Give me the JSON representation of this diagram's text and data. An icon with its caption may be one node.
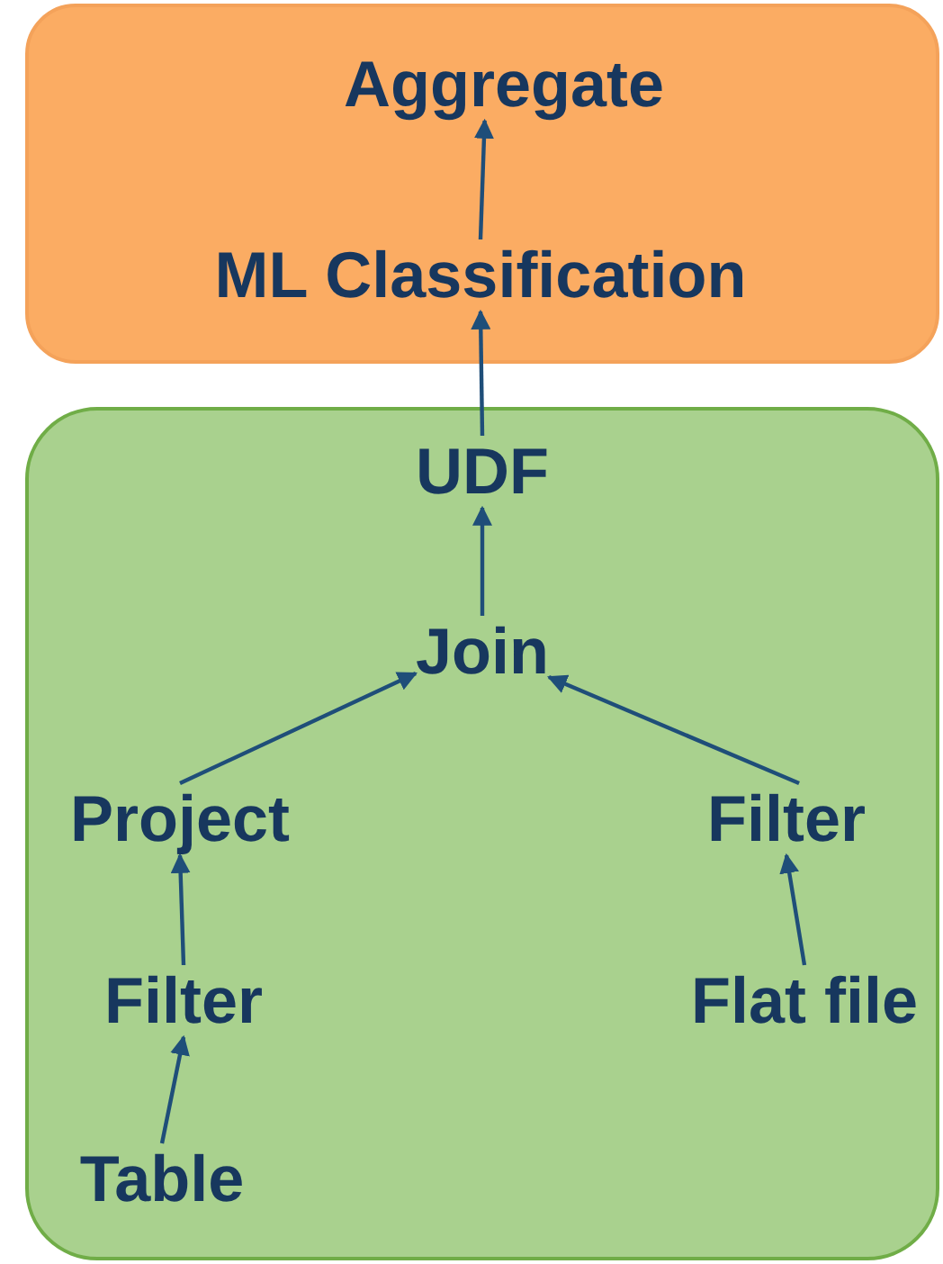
{
  "diagram": {
    "nodes": [
      {
        "text": [],
        "shape": "box"
      },
      {
        "text": [
          "Aggregate"
        ],
        "in": 0
      },
      {
        "text": [
          "ML Classification"
        ],
        "in": 0
      },
      {
        "text": [],
        "shape": "box"
      },
      {
        "text": [
          "UDF"
        ],
        "in": 3
      },
      {
        "text": [
          "Join"
        ],
        "in": 3
      },
      {
        "text": [
          "Project"
        ],
        "in": 3
      },
      {
        "text": [
          "Filter"
        ],
        "in": 3
      },
      {
        "text": [
          "Filter"
        ],
        "in": 3
      },
      {
        "text": [
          "Flat file"
        ],
        "in": 3
      },
      {
        "text": [
          "Table"
        ],
        "in": 3
      }
    ],
    "edges": [
      {
        "from": 2,
        "to": 1,
        "arrow": "to"
      },
      {
        "from": 4,
        "to": 2,
        "arrow": "to"
      },
      {
        "from": 5,
        "to": 4,
        "arrow": "to"
      },
      {
        "from": 6,
        "to": 5,
        "arrow": "to"
      },
      {
        "from": 7,
        "to": 5,
        "arrow": "to"
      },
      {
        "from": 8,
        "to": 6,
        "arrow": "to"
      },
      {
        "from": 9,
        "to": 7,
        "arrow": "to"
      },
      {
        "from": 10,
        "to": 8,
        "arrow": "to"
      }
    ]
  }
}
